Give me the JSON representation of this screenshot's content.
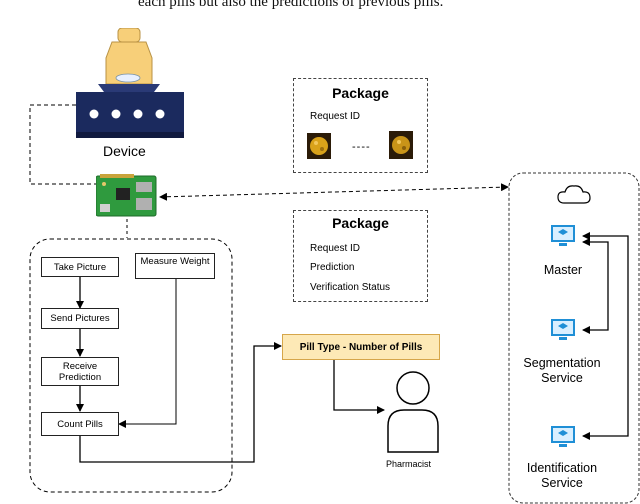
{
  "caption_fragment": "each pills but also the predictions of previous pills.",
  "device": {
    "label": "Device"
  },
  "package_top": {
    "title": "Package",
    "fields": [
      "Request ID"
    ],
    "ellipsis": "----"
  },
  "package_bottom": {
    "title": "Package",
    "fields": [
      "Request ID",
      "Prediction",
      "Verification Status"
    ]
  },
  "process": {
    "take_picture": "Take Picture",
    "measure_weight": "Measure Weight",
    "send_pictures": "Send Pictures",
    "receive_prediction": "Receive Prediction",
    "count_pills": "Count Pills"
  },
  "output": {
    "label": "Pill Type - Number of Pills"
  },
  "pharmacist": {
    "label": "Pharmacist"
  },
  "cloud": {
    "master": "Master",
    "segmentation": "Segmentation Service",
    "identification": "Identification Service"
  },
  "colors": {
    "device_navy": "#1b2a5e",
    "pill_bottle": "#f7cf79",
    "output_fill": "#fde9b6",
    "output_stroke": "#d6a64a",
    "server_blue": "#1f8fd6",
    "board_green": "#2f9a3e"
  }
}
